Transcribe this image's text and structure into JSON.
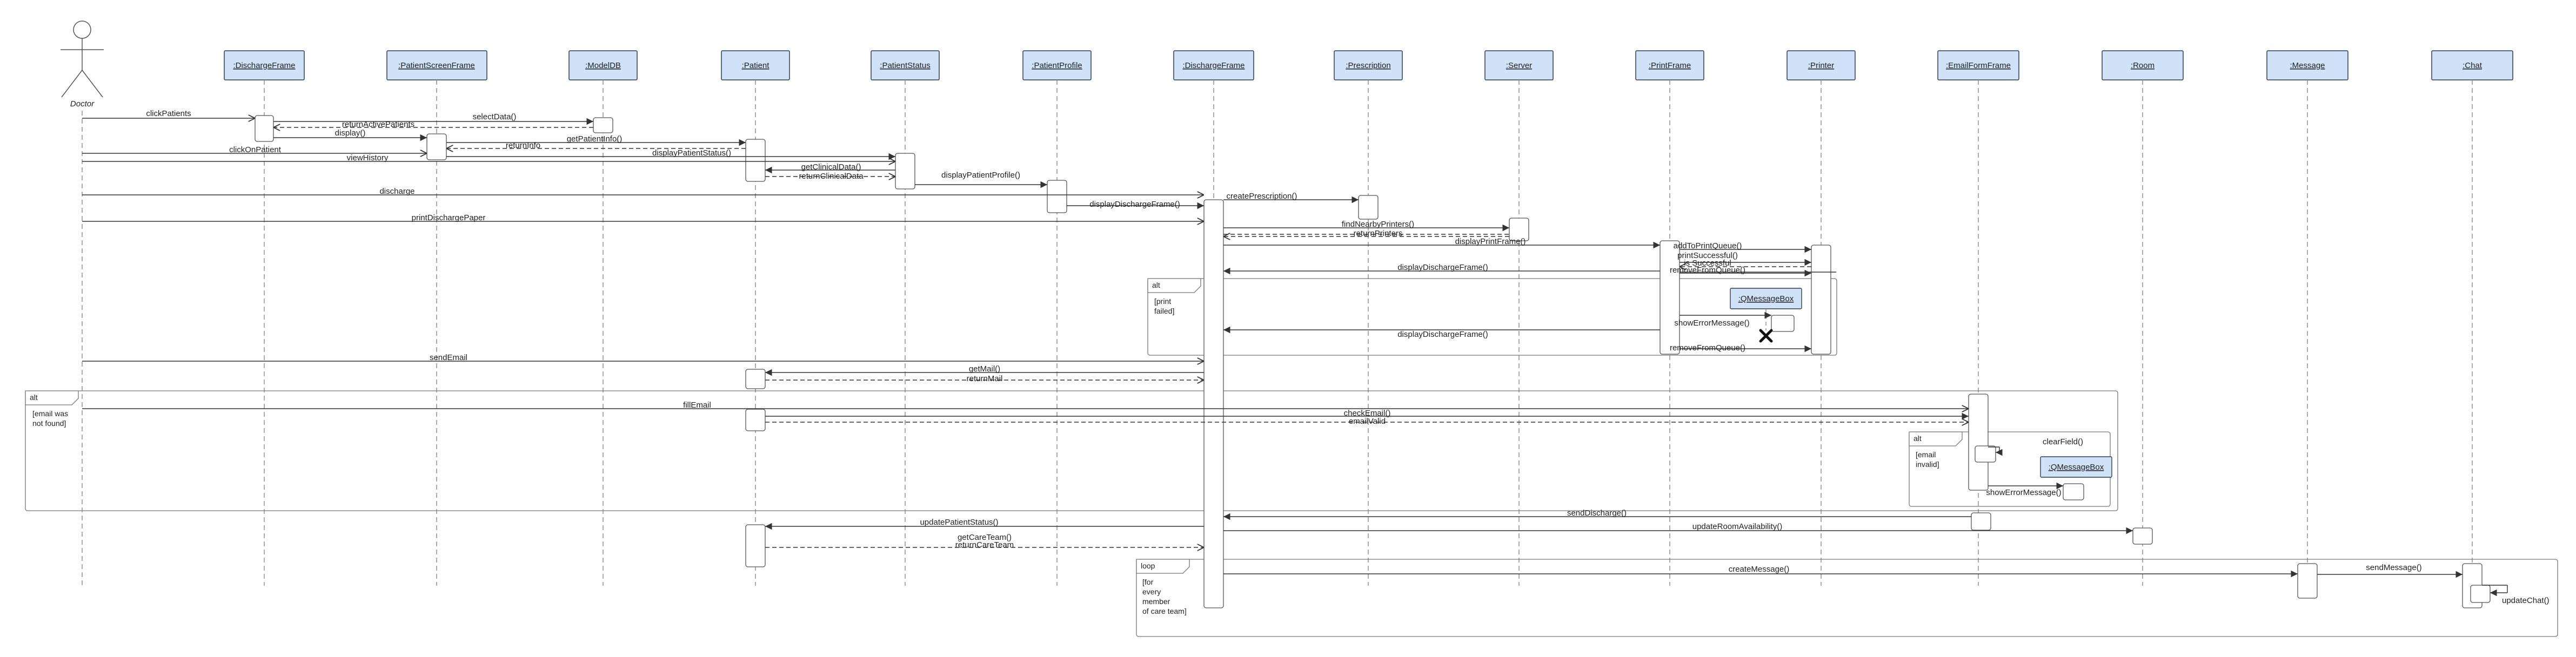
{
  "diagram": {
    "actor": {
      "name": "Doctor"
    },
    "lifelines": [
      ":DischargeFrame",
      ":PatientScreenFrame",
      ":ModelDB",
      ":Patient",
      ":PatientStatus",
      ":PatientProfile",
      ":DischargeFrame",
      ":Prescription",
      ":Server",
      ":PrintFrame",
      ":Printer",
      ":EmailFormFrame",
      ":Room",
      ":Message",
      ":Chat"
    ],
    "created_objects": [
      ":QMessageBox",
      ":QMessageBox"
    ],
    "messages": [
      "clickPatients",
      "selectData()",
      "returnActivePatients",
      "display()",
      "getPatientInfo()",
      "returnInfo",
      "clickOnPatient",
      "displayPatientStatus()",
      "viewHistory",
      "getClinicalData()",
      "returnClinicalData",
      "displayPatientProfile()",
      "discharge",
      "displayDischargeFrame()",
      "createPrescription()",
      "printDischargePaper",
      "findNearbyPrinters()",
      "returnPrinters",
      "displayPrintFrame()",
      "addToPrintQueue()",
      "printSuccessful()",
      "is Successful",
      "removeFromQueue()",
      "displayDischargeFrame()",
      "showErrorMessage()",
      "displayDischargeFrame()",
      "removeFromQueue()",
      "sendEmail",
      "getMail()",
      "returnMail",
      "fillEmail",
      "checkEmail()",
      "emailValid",
      "clearField()",
      "showErrorMessage()",
      "sendDischarge()",
      "updateRoomAvailability()",
      "updatePatientStatus()",
      "getCareTeam()",
      "returnCareTeam",
      "createMessage()",
      "sendMessage()",
      "updateChat()"
    ],
    "frames": [
      {
        "kind": "alt",
        "guard": [
          "[print",
          "failed]"
        ]
      },
      {
        "kind": "alt",
        "guard": [
          "[email was",
          "not found]"
        ]
      },
      {
        "kind": "alt",
        "guard": [
          "[email",
          "invalid]"
        ]
      },
      {
        "kind": "loop",
        "guard": [
          "[for",
          "every",
          "member",
          "of care team]"
        ]
      }
    ]
  }
}
